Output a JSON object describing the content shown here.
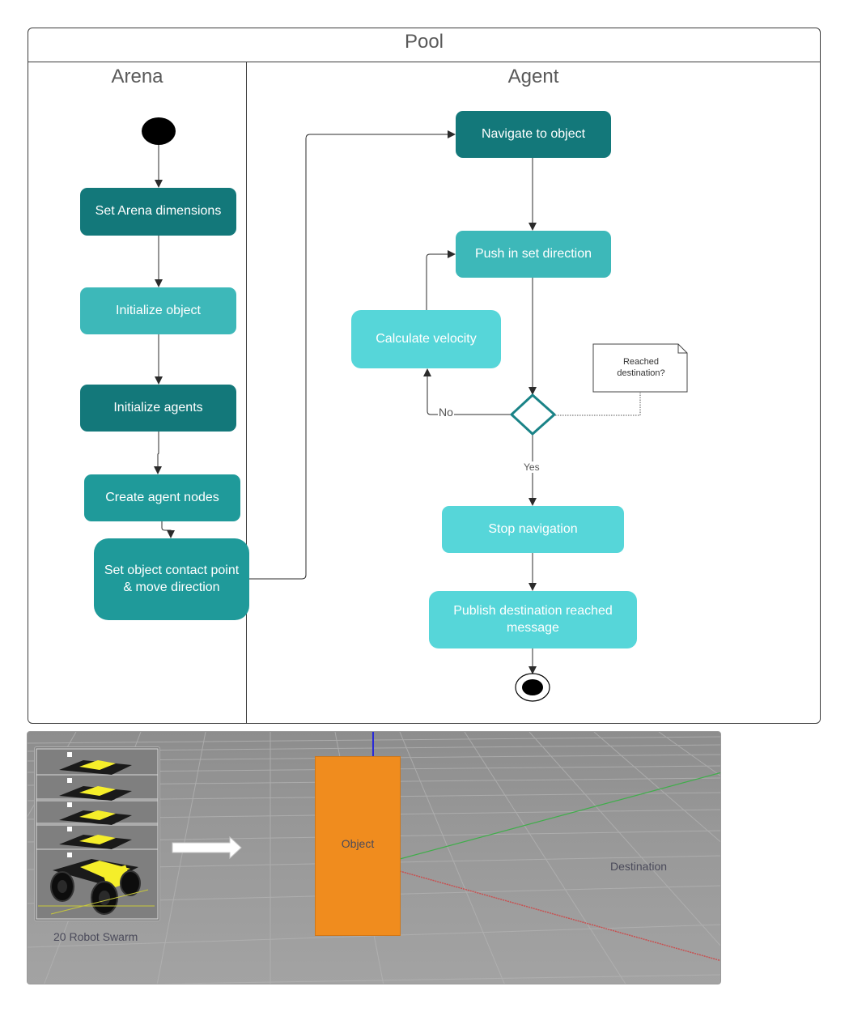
{
  "pool": {
    "title": "Pool"
  },
  "lanes": {
    "arena": "Arena",
    "agent": "Agent"
  },
  "arena_nodes": {
    "set_dimensions": "Set Arena dimensions",
    "init_object": "Initialize object",
    "init_agents": "Initialize agents",
    "create_nodes": "Create agent nodes",
    "contact_point": "Set  object contact point & move direction"
  },
  "agent_nodes": {
    "navigate": "Navigate to object",
    "push": "Push in set direction",
    "velocity": "Calculate velocity",
    "stop": "Stop navigation",
    "publish": "Publish destination reached message"
  },
  "decision": {
    "note": "Reached destination?",
    "no_label": "No",
    "yes_label": "Yes"
  },
  "simulation": {
    "swarm_label": "20 Robot Swarm",
    "object_label": "Object",
    "destination_label": "Destination",
    "colors": {
      "object": "#f08c1e",
      "robot_body": "#f5ee2a",
      "x_axis": "#c85050",
      "y_axis": "#3fae4a",
      "z_axis": "#2a2ad8"
    }
  },
  "colors": {
    "node_dark": "#13787a",
    "node_mid": "#1f9a9a",
    "node_light": "#3db8b9",
    "node_pale": "#56d6d9",
    "decision_stroke": "#1a8387"
  }
}
